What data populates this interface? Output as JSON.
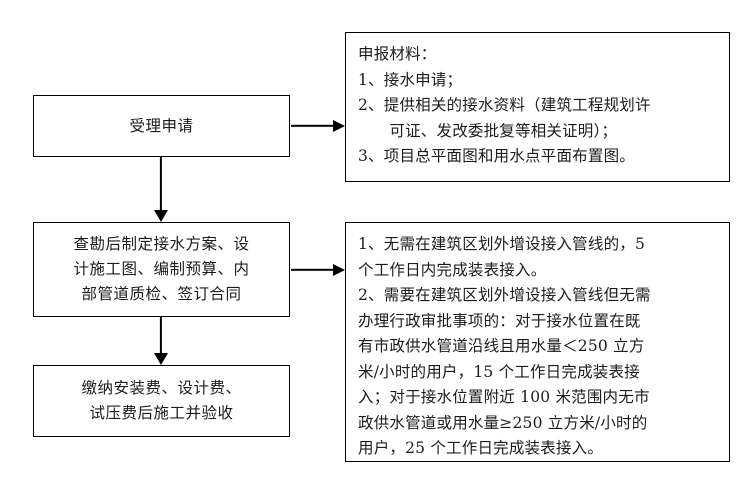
{
  "flowchart": {
    "process_steps": [
      {
        "id": "accept",
        "text": "受理申请"
      },
      {
        "id": "plan",
        "text": "查勘后制定接水方案、设\n计施工图、编制预算、内\n部管道质检、签订合同"
      },
      {
        "id": "pay",
        "text": "缴纳安装费、设计费、\n试压费后施工并验收"
      }
    ],
    "notes": [
      {
        "id": "materials",
        "title": "申报材料：",
        "text": "申报材料：\n1、接水申请；\n2、提供相关的接水资料（建筑工程规划许\n　　可证、发改委批复等相关证明）；\n3、项目总平面图和用水点平面布置图。",
        "items": [
          "1、接水申请；",
          "2、提供相关的接水资料（建筑工程规划许可证、发改委批复等相关证明）；",
          "3、项目总平面图和用水点平面布置图。"
        ]
      },
      {
        "id": "timeline",
        "text": "1、无需在建筑区划外增设接入管线的，5\n个工作日内完成装表接入。\n2、需要在建筑区划外增设接入管线但无需\n办理行政审批事项的：对于接水位置在既\n有市政供水管道沿线且用水量＜250 立方\n米/小时的用户，15 个工作日完成装表接\n入；对于接水位置附近 100 米范围内无市\n政供水管道或用水量≥250 立方米/小时的\n用户，25 个工作日完成装表接入。",
        "items": [
          "1、无需在建筑区划外增设接入管线的，5个工作日内完成装表接入。",
          "2、需要在建筑区划外增设接入管线但无需办理行政审批事项的：对于接水位置在既有市政供水管道沿线且用水量＜250 立方米/小时的用户，15 个工作日完成装表接入；对于接水位置附近 100 米范围内无市政供水管道或用水量≥250 立方米/小时的用户，25 个工作日完成装表接入。"
        ]
      }
    ],
    "connectors": [
      {
        "id": "accept-to-materials",
        "from": "accept",
        "to": "materials",
        "direction": "right"
      },
      {
        "id": "plan-to-timeline",
        "from": "plan",
        "to": "timeline",
        "direction": "right"
      },
      {
        "id": "accept-to-plan",
        "from": "accept",
        "to": "plan",
        "direction": "down"
      },
      {
        "id": "plan-to-pay",
        "from": "plan",
        "to": "pay",
        "direction": "down"
      }
    ],
    "colors": {
      "border": "#000000",
      "background": "#ffffff",
      "text": "#1c1c1c"
    }
  }
}
